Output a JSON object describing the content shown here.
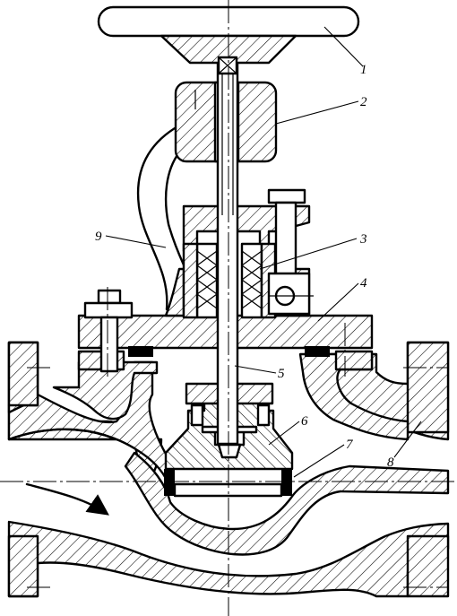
{
  "figure": {
    "callouts": [
      {
        "number": "1",
        "part": "handwheel"
      },
      {
        "number": "2",
        "part": "stem-nut"
      },
      {
        "number": "3",
        "part": "packing"
      },
      {
        "number": "4",
        "part": "bonnet"
      },
      {
        "number": "5",
        "part": "stem"
      },
      {
        "number": "6",
        "part": "disc"
      },
      {
        "number": "7",
        "part": "seat-ring"
      },
      {
        "number": "8",
        "part": "valve-body"
      },
      {
        "number": "9",
        "part": "yoke"
      }
    ],
    "colors": {
      "line": "#000000",
      "background": "#ffffff"
    },
    "style": "mechanical section drawing of a globe valve with hatched sections",
    "flow_direction": "left-to-right"
  }
}
